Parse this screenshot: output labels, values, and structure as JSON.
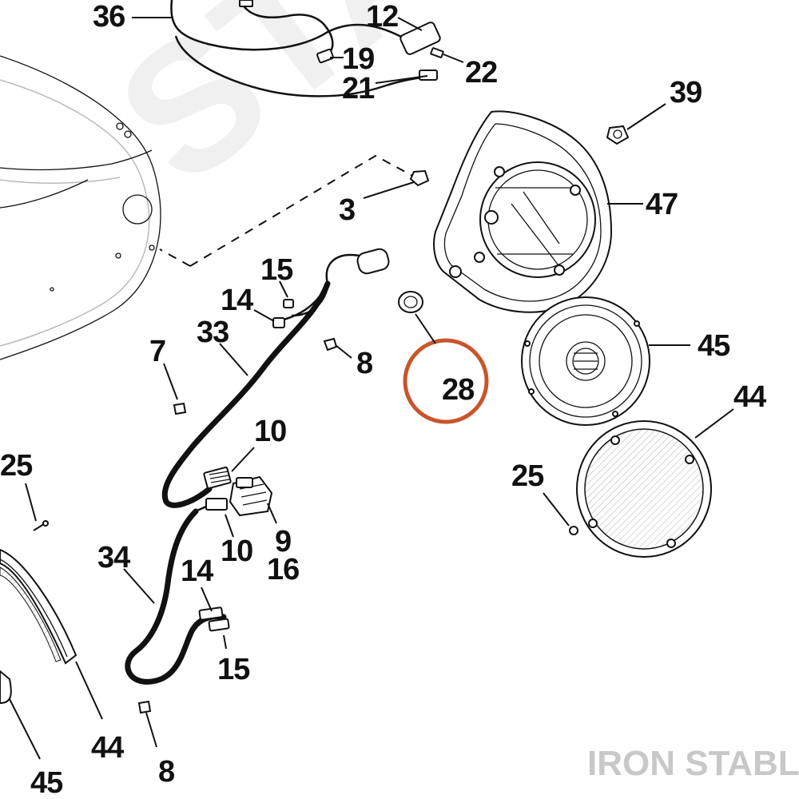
{
  "watermark": "IRON STABLE",
  "background_mark": "STAB",
  "highlight_color": "#c8552b",
  "callouts": {
    "c36": "36",
    "c12": "12",
    "c19": "19",
    "c21": "21",
    "c22": "22",
    "c39": "39",
    "c3": "3",
    "c47": "47",
    "c15a": "15",
    "c14a": "14",
    "c33": "33",
    "c7": "7",
    "c8a": "8",
    "c28": "28",
    "c45a": "45",
    "c44a": "44",
    "c10a": "10",
    "c25a": "25",
    "c25b": "25",
    "c9": "9",
    "c16": "16",
    "c10b": "10",
    "c34": "34",
    "c14b": "14",
    "c15b": "15",
    "c44b": "44",
    "c8b": "8",
    "c45b": "45"
  }
}
